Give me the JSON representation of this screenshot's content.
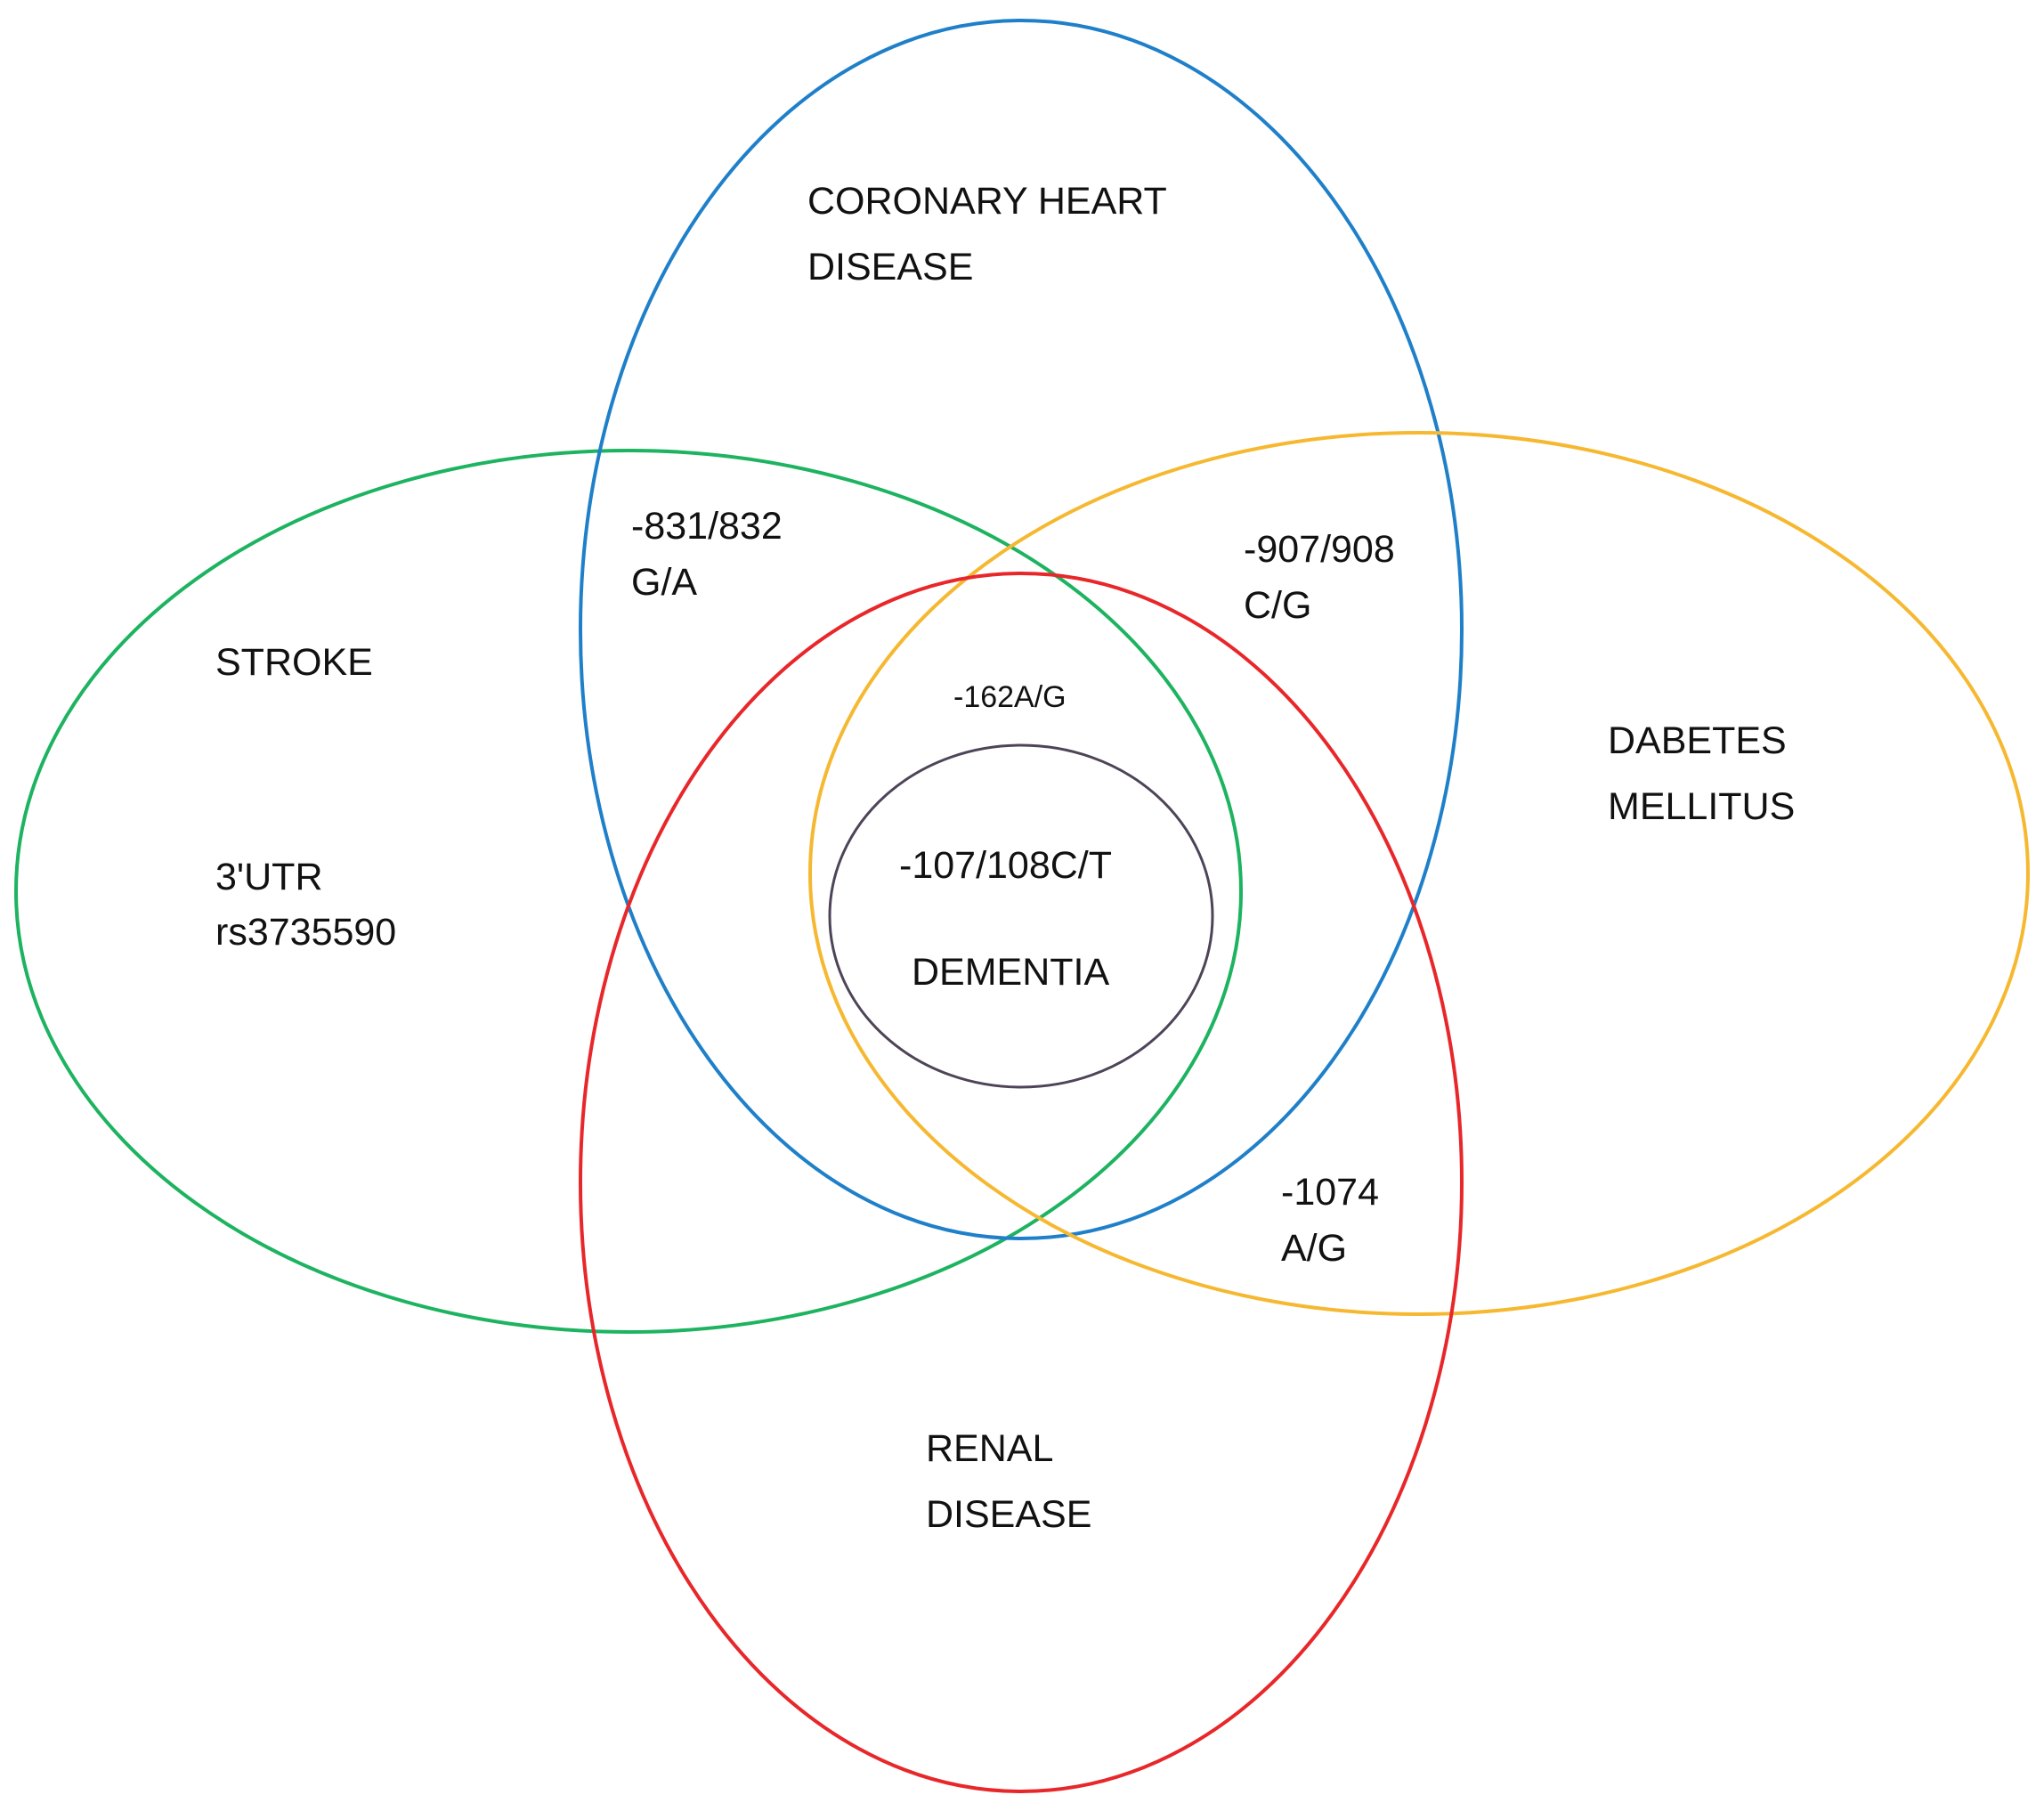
{
  "colors": {
    "coronary": "#1f80c9",
    "stroke": "#1db360",
    "diabetes": "#f6b830",
    "renal": "#e8272a",
    "dementia": "#4d4458"
  },
  "sets": {
    "coronary": {
      "line1": "CORONARY HEART",
      "line2": "DISEASE"
    },
    "stroke": {
      "name": "STROKE",
      "variant_line1": "3'UTR",
      "variant_line2": "rs3735590"
    },
    "diabetes": {
      "line1": "DABETES",
      "line2": "MELLITUS"
    },
    "renal": {
      "line1": "RENAL",
      "line2": "DISEASE"
    },
    "dementia": {
      "variant": "-107/108C/T",
      "name": "DEMENTIA"
    }
  },
  "overlaps": {
    "coronary_stroke": {
      "line1": "-831/832",
      "line2": "G/A"
    },
    "coronary_diabetes": {
      "line1": "-907/908",
      "line2": "C/G"
    },
    "diabetes_renal": {
      "line1": "-1074",
      "line2": "A/G"
    },
    "center": "-162A/G"
  }
}
